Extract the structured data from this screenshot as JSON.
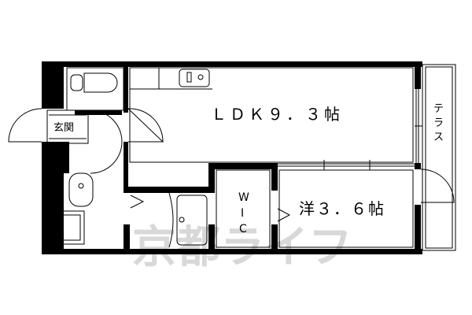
{
  "floorplan": {
    "rooms": {
      "ldk": {
        "label": "ＬＤＫ９．３帖"
      },
      "western": {
        "label": "洋３．６帖"
      },
      "entrance": {
        "label": "玄関"
      },
      "wic": {
        "w": "W",
        "i": "I",
        "c": "C"
      },
      "terrace": {
        "t1": "テ",
        "t2": "ラ",
        "t3": "ス"
      }
    },
    "watermark": "京都ライフ",
    "colors": {
      "wall": "#000000",
      "background": "#ffffff",
      "watermark": "#d8d8d8"
    }
  }
}
